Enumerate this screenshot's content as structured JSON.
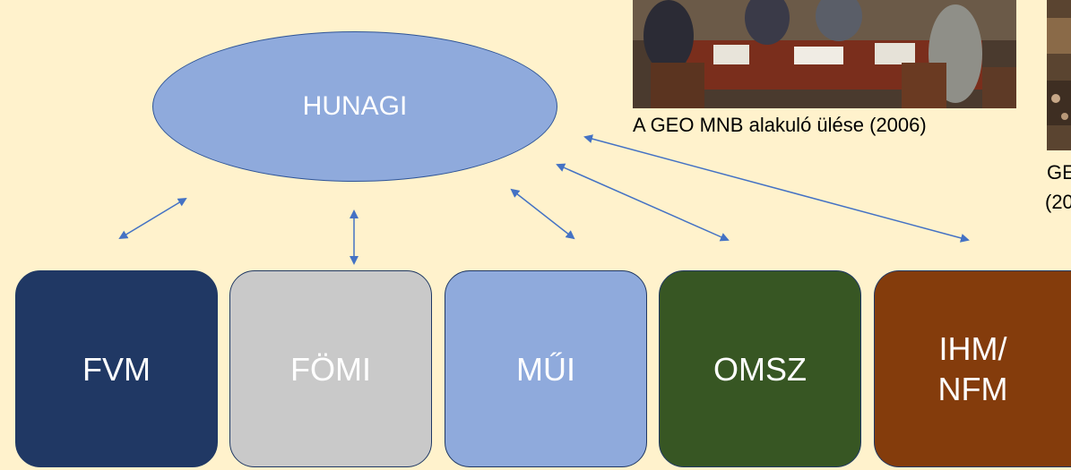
{
  "diagram": {
    "center": {
      "label": "HUNAGI"
    },
    "nodes": [
      {
        "id": "fvm",
        "label": "FVM",
        "fill": "#203864",
        "text": "#ffffff"
      },
      {
        "id": "fomi",
        "label": "FÖMI",
        "fill": "#C9C9C9",
        "text": "#ffffff"
      },
      {
        "id": "mui",
        "label": "MŰI",
        "fill": "#8FAADC",
        "text": "#ffffff"
      },
      {
        "id": "omsz",
        "label": "OMSZ",
        "fill": "#375623",
        "text": "#ffffff"
      },
      {
        "id": "ihm",
        "label": "IHM/\nNFM",
        "fill": "#843C0C",
        "text": "#ffffff"
      }
    ],
    "edges": [
      {
        "from": "hunagi",
        "to": "fvm",
        "direction": "both"
      },
      {
        "from": "hunagi",
        "to": "fomi",
        "direction": "both"
      },
      {
        "from": "hunagi",
        "to": "mui",
        "direction": "both"
      },
      {
        "from": "hunagi",
        "to": "omsz",
        "direction": "both"
      },
      {
        "from": "hunagi",
        "to": "ihm",
        "direction": "both"
      }
    ]
  },
  "photos": [
    {
      "caption": "A GEO MNB alakuló ülése (2006)"
    },
    {
      "caption_line1": "GE",
      "caption_line2": "(20"
    }
  ],
  "colors": {
    "background": "#FFF2CC",
    "ellipse_fill": "#8FAADC",
    "arrow": "#4472C4"
  }
}
